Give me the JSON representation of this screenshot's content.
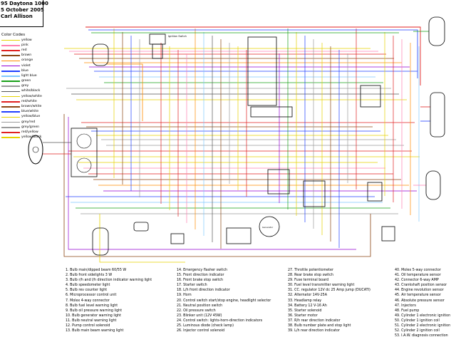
{
  "title": {
    "line1": "95 Daytona 1000",
    "line2": "5 October 2005",
    "line3": "Carl Allison"
  },
  "color_codes": {
    "heading": "Color Codes",
    "items": [
      {
        "name": "yellow",
        "hex": "#e6d200"
      },
      {
        "name": "pink",
        "hex": "#ff7fb0"
      },
      {
        "name": "red",
        "hex": "#e02020"
      },
      {
        "name": "brown",
        "hex": "#8b4513"
      },
      {
        "name": "orange",
        "hex": "#ff8c00"
      },
      {
        "name": "violet",
        "hex": "#9400d3"
      },
      {
        "name": "blue",
        "hex": "#1f3fff"
      },
      {
        "name": "light blue",
        "hex": "#7ec8ff"
      },
      {
        "name": "green",
        "hex": "#18a018"
      },
      {
        "name": "grey",
        "hex": "#9a9a9a"
      },
      {
        "name": "white/black",
        "hex": "#555555"
      },
      {
        "name": "yellow/white",
        "hex": "#e6d200"
      },
      {
        "name": "red/white",
        "hex": "#e02020"
      },
      {
        "name": "brown/white",
        "hex": "#8b4513"
      },
      {
        "name": "blue/white",
        "hex": "#1f3fff"
      },
      {
        "name": "yellow/blue",
        "hex": "#e6d200"
      },
      {
        "name": "grey/red",
        "hex": "#9a9a9a"
      },
      {
        "name": "grey/green",
        "hex": "#9a9a9a"
      },
      {
        "name": "red/yellow",
        "hex": "#e02020"
      },
      {
        "name": "yellow/black",
        "hex": "#e6d200"
      }
    ]
  },
  "labels": {
    "ignition_switch": "Ignition Switch",
    "alternator": "Generator"
  },
  "components": {
    "col1": [
      "1. Bulb main/dipped beam 60/55 W",
      "2. Bulb front sidelights 3 W",
      "3. Bulb r/h and l/h direction indicator warning light",
      "4. Bulb speedometer light",
      "5. Bulb rev counter light",
      "6. Microprocessor control unit",
      "7. Molex 4-way connector",
      "8. Bulb fuel level warning light",
      "9. Bulb oil pressure warning light",
      "10. Bulb generator warning light",
      "11. Bulb neutral warning light",
      "12. Pump control solenoid",
      "13. Bulb main beam warning light"
    ],
    "col2": [
      "14. Emergency flasher switch",
      "15. Front direction indicator",
      "16. Front brake stop switch",
      "17. Starter switch",
      "18. L/h front direction indicator",
      "19. Horn",
      "20. Control switch start/stop engine, headlight selector",
      "21. Neutral position switch",
      "22. Oil pressure switch",
      "23. Blinker unit (12V 45W)",
      "24. Control switch: lights-horn-direction indicators",
      "25. Luminous diode (check lamp)",
      "26. Injector control solenoid"
    ],
    "col3": [
      "27. Throttle potentiometer",
      "28. Rear brake stop switch",
      "29. Fuse terminal board",
      "30. Fuel level transmitter warning light",
      "31. CC. regulator 12V dc 25 Amp jump (DUCATI)",
      "32. Alternator 14V-25A",
      "33. Headlamp relay",
      "34. Battery 12 V-16 Ah",
      "35. Starter solenoid",
      "36. Starter motor",
      "37. R/h rear direction indicator",
      "38. Bulb number plate and stop light",
      "39. L/h rear direction indicator"
    ],
    "col4": [
      "40. Molex 5-way connector",
      "41. Oil temperature sensor",
      "42. Connector 6-way AMP",
      "43. Crankshaft position sensor",
      "44. Engine revolution sensor",
      "45. Air temperature sensor",
      "46. Absolute pressure sensor",
      "47. Injectors",
      "48. Fuel pump",
      "49. Cylinder 1 electronic ignition",
      "50. Cylinder 1 ignition coil",
      "51. Cylinder 2 electronic ignition",
      "52. Cylinder 2 ignition coil",
      "53. I.A.W. diagnosis connection"
    ]
  }
}
